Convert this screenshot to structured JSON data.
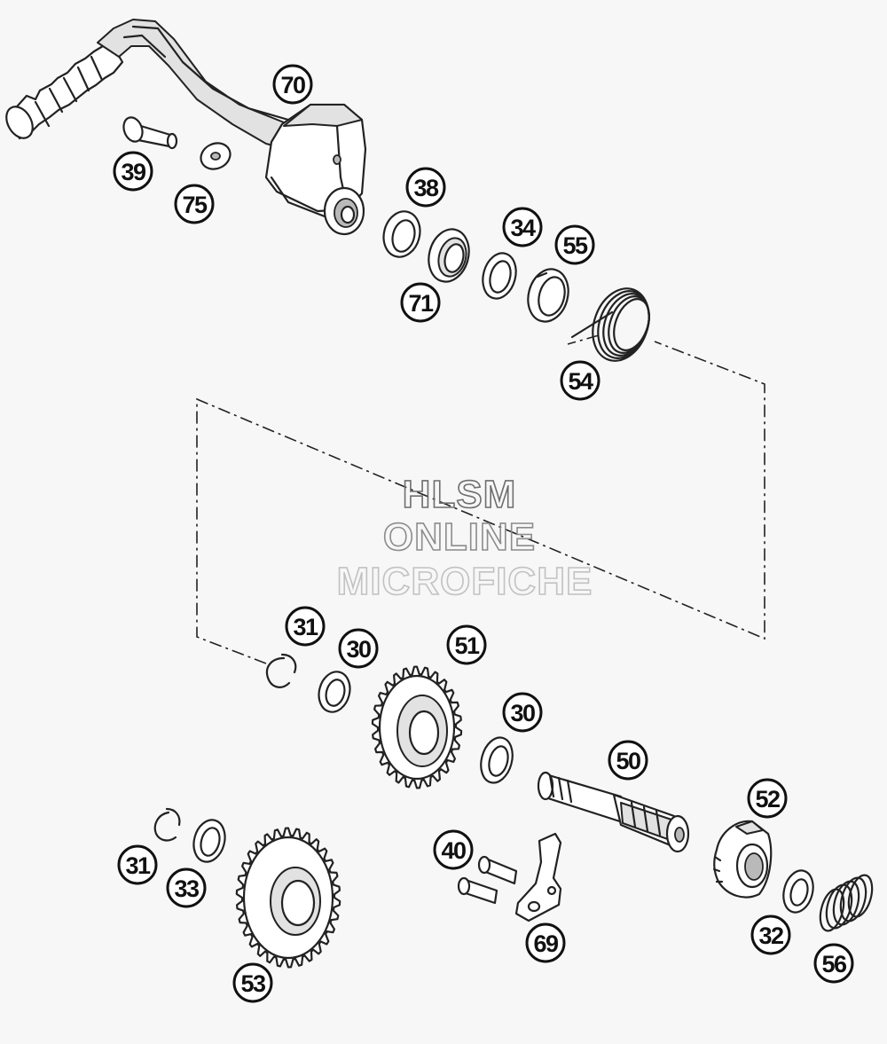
{
  "watermark": {
    "line1": "HLSM",
    "line2": "ONLINE",
    "line3": "MICROFICHE"
  },
  "callouts": [
    {
      "id": "p70",
      "label": "70"
    },
    {
      "id": "p39",
      "label": "39"
    },
    {
      "id": "p75",
      "label": "75"
    },
    {
      "id": "p38",
      "label": "38"
    },
    {
      "id": "p34",
      "label": "34"
    },
    {
      "id": "p55",
      "label": "55"
    },
    {
      "id": "p71",
      "label": "71"
    },
    {
      "id": "p54",
      "label": "54"
    },
    {
      "id": "p31a",
      "label": "31"
    },
    {
      "id": "p30a",
      "label": "30"
    },
    {
      "id": "p51",
      "label": "51"
    },
    {
      "id": "p30b",
      "label": "30"
    },
    {
      "id": "p50",
      "label": "50"
    },
    {
      "id": "p52",
      "label": "52"
    },
    {
      "id": "p40",
      "label": "40"
    },
    {
      "id": "p31b",
      "label": "31"
    },
    {
      "id": "p33",
      "label": "33"
    },
    {
      "id": "p69",
      "label": "69"
    },
    {
      "id": "p32",
      "label": "32"
    },
    {
      "id": "p56",
      "label": "56"
    },
    {
      "id": "p53",
      "label": "53"
    }
  ]
}
